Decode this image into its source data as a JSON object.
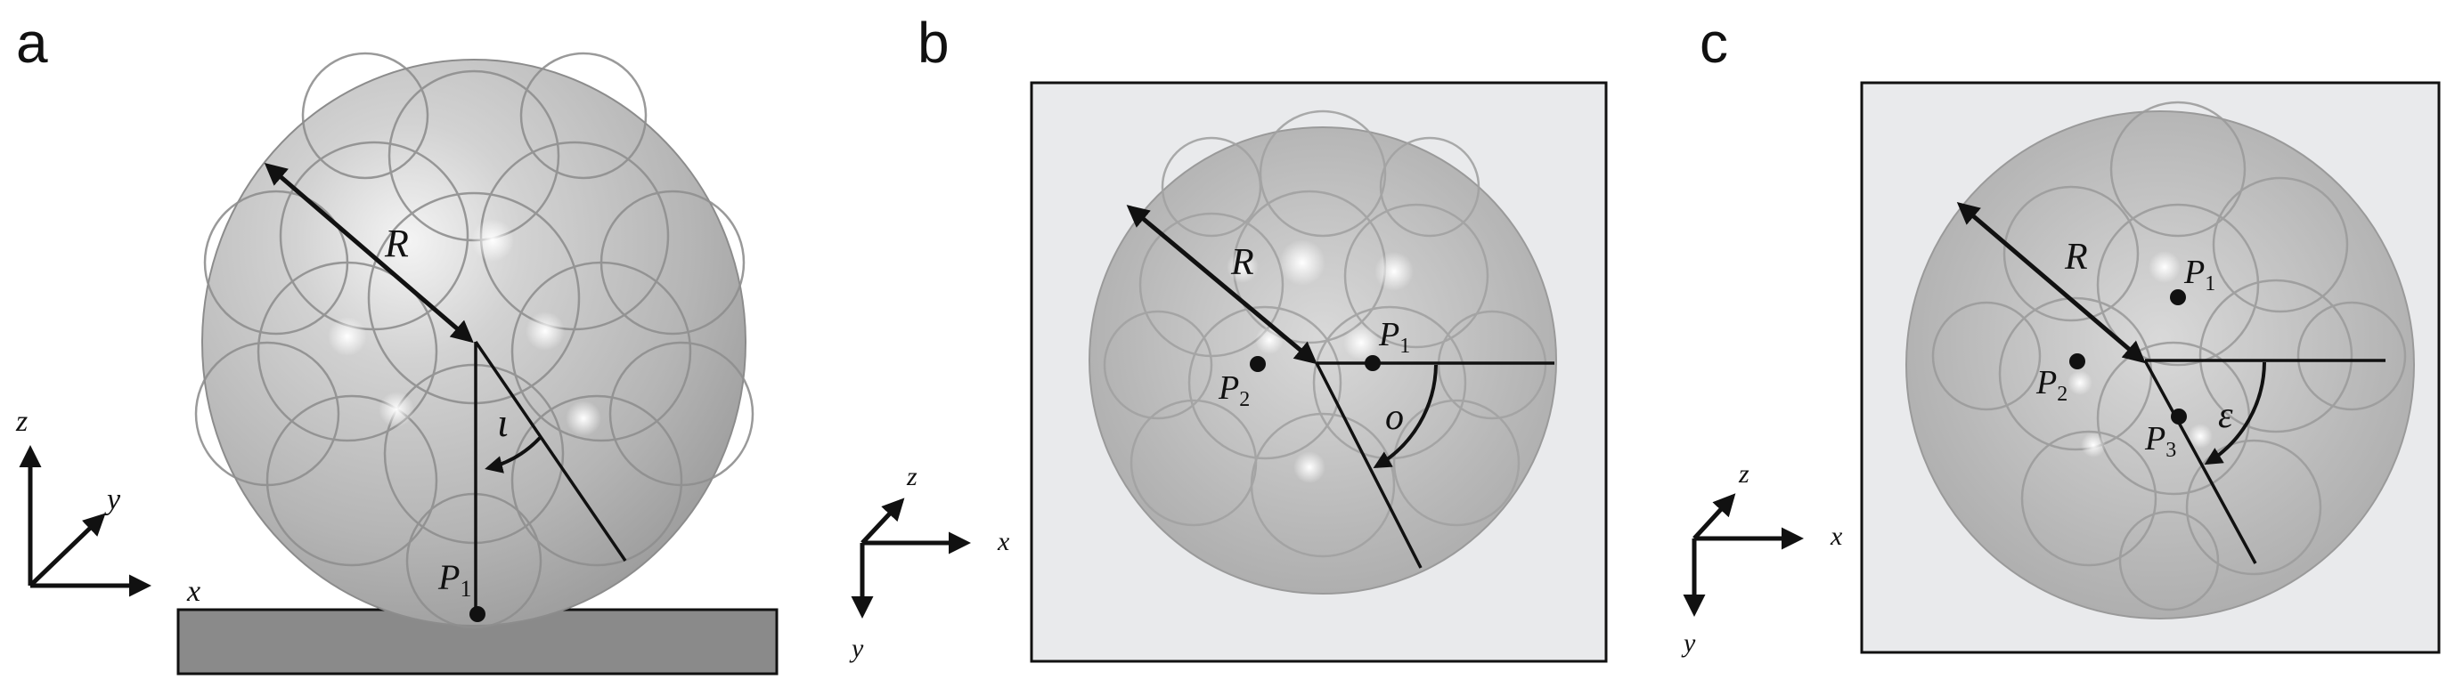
{
  "panels": [
    {
      "letter": "a",
      "radius_label": "R",
      "angle_label": "ι",
      "point_labels": [
        {
          "base": "P",
          "sub": "1"
        }
      ],
      "axes": [
        "x",
        "y",
        "z"
      ]
    },
    {
      "letter": "b",
      "radius_label": "R",
      "angle_label": "o",
      "point_labels": [
        {
          "base": "P",
          "sub": "1"
        },
        {
          "base": "P",
          "sub": "2"
        }
      ],
      "axes": [
        "x",
        "y",
        "z"
      ]
    },
    {
      "letter": "c",
      "radius_label": "R",
      "angle_label": "ε",
      "point_labels": [
        {
          "base": "P",
          "sub": "1"
        },
        {
          "base": "P",
          "sub": "2"
        },
        {
          "base": "P",
          "sub": "3"
        }
      ],
      "axes": [
        "x",
        "y",
        "z"
      ]
    }
  ],
  "colors": {
    "sphere_fill": "#b9b9b9",
    "sphere_light": "#e8e8e8",
    "sphere_edge": "#8c8c8c",
    "panel_bg": "#e9eaec",
    "substrate": "#8a8a8a",
    "ink": "#111111"
  }
}
